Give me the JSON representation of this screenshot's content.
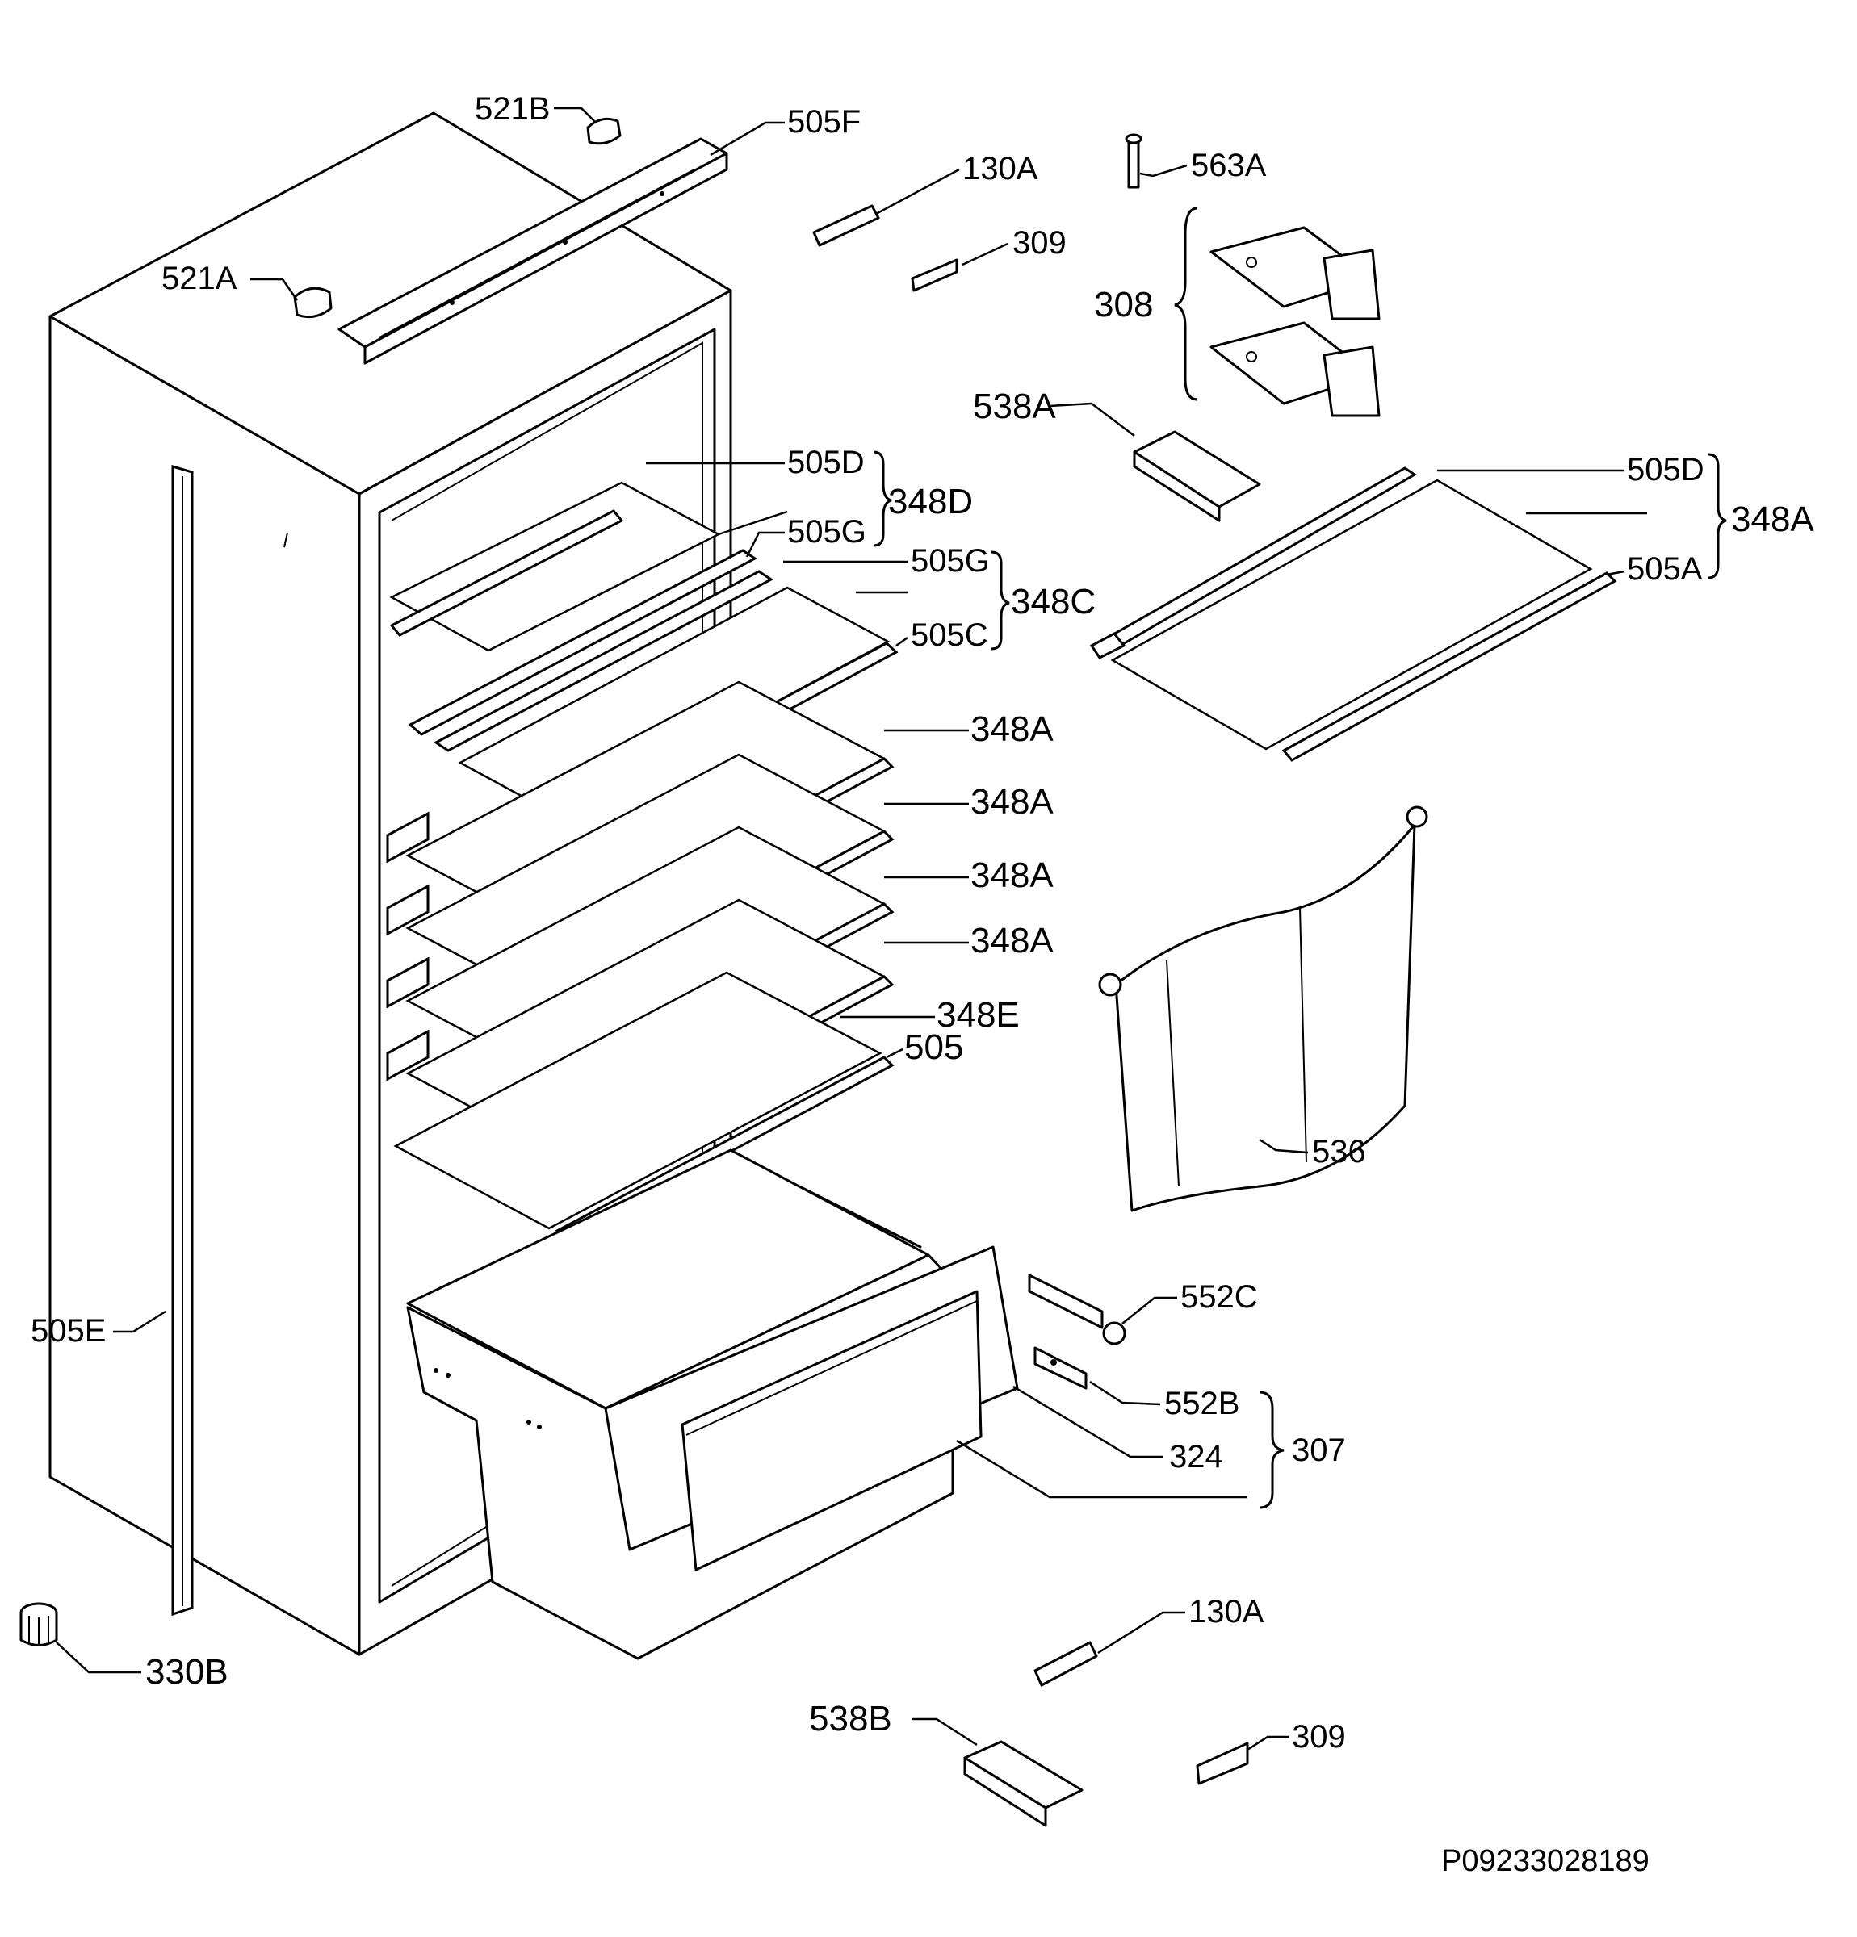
{
  "diagram": {
    "reference": "P09233028189",
    "labels": {
      "l521B": "521B",
      "l505F": "505F",
      "l130A_top": "130A",
      "l563A": "563A",
      "l309_top": "309",
      "l521A": "521A",
      "l308": "308",
      "l538A": "538A",
      "l505D_left": "505D",
      "l348D": "348D",
      "l505G_1": "505G",
      "l505G_2": "505G",
      "l348C": "348C",
      "l505C": "505C",
      "l505D_right": "505D",
      "l348A_right": "348A",
      "l505A": "505A",
      "l348A_1": "348A",
      "l348A_2": "348A",
      "l348A_3": "348A",
      "l348A_4": "348A",
      "l348E": "348E",
      "l505": "505",
      "l536": "536",
      "l552C": "552C",
      "l505E": "505E",
      "l552B": "552B",
      "l324": "324",
      "l307": "307",
      "l130A_bottom": "130A",
      "l330B": "330B",
      "l538B": "538B",
      "l309_bottom": "309"
    }
  }
}
